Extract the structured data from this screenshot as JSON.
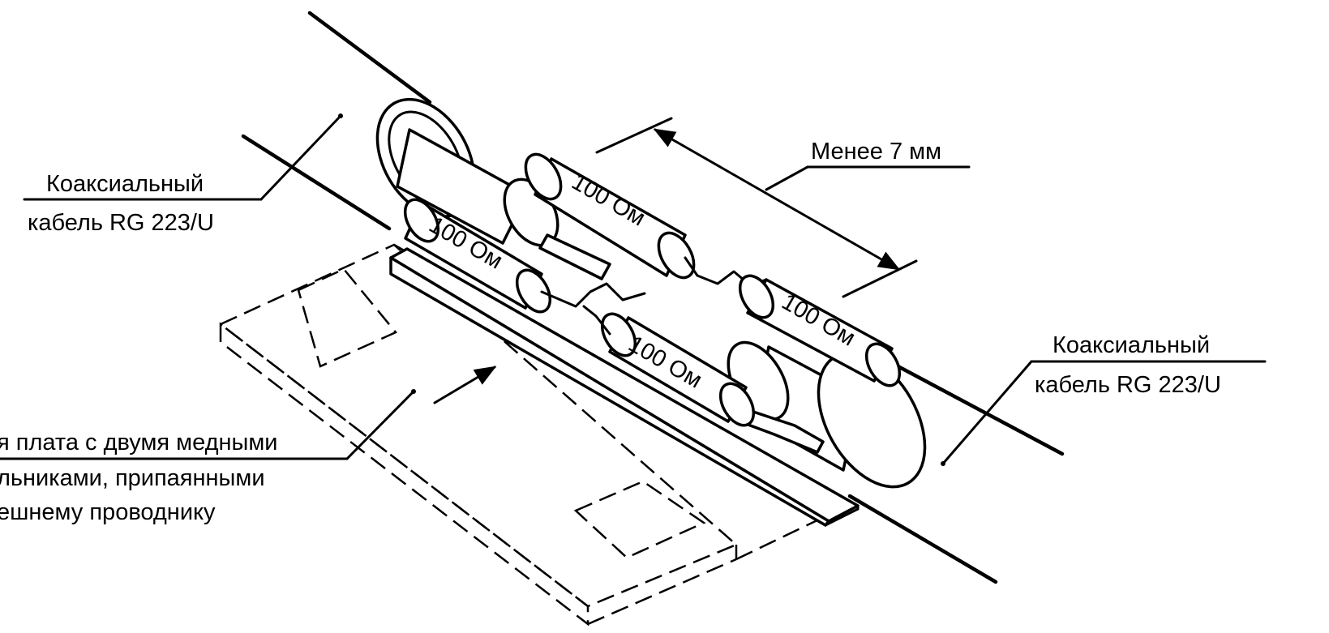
{
  "labels": {
    "cable_left_line1": "Коаксиальный",
    "cable_left_line2": "кабель RG 223/U",
    "cable_right_line1": "Коаксиальный",
    "cable_right_line2": "кабель RG 223/U",
    "dimension": "Менее 7 мм",
    "board_line1": "я плата с двумя медными",
    "board_line2": "льниками, припаянными",
    "board_line3": "ешнему проводнику"
  },
  "resistors": [
    {
      "label": "100 Ом"
    },
    {
      "label": "100 Ом"
    },
    {
      "label": "100 Ом"
    },
    {
      "label": "100 Ом"
    }
  ]
}
